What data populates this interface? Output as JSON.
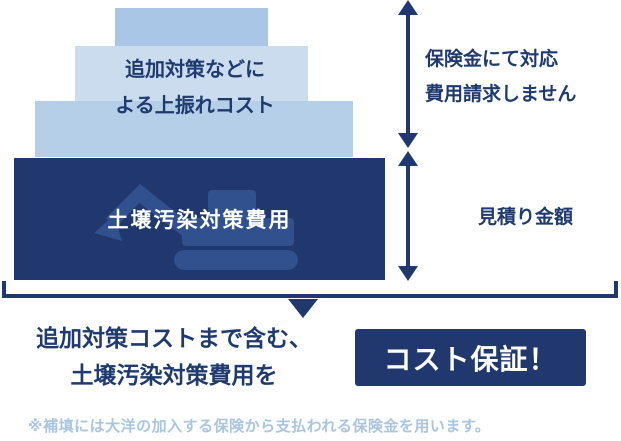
{
  "diagram": {
    "pyramid": {
      "overrun_line1": "追加対策などに",
      "overrun_line2": "よる上振れコスト",
      "base_label": "土壌汚染対策費用"
    },
    "right_annotations": {
      "insurance_line1": "保険金にて対応",
      "insurance_line2": "費用請求しません",
      "estimate_label": "見積り金額"
    },
    "summary": {
      "line1": "追加対策コストまで含む、",
      "line2": "土壌汚染対策費用を",
      "badge_label": "コスト保証！"
    },
    "footnote": "※補填には大洋の加入する保険から支払われる保険金を用います。"
  },
  "colors": {
    "navy": "#21386e",
    "text_navy": "#1f3a6e",
    "tier_top": "#a9c6e6",
    "tier_middle": "#cbdcef",
    "tier_bottom": "#b6cfe9",
    "watermark_blue": "#30508e",
    "footnote_blue": "#a9c5e0"
  }
}
